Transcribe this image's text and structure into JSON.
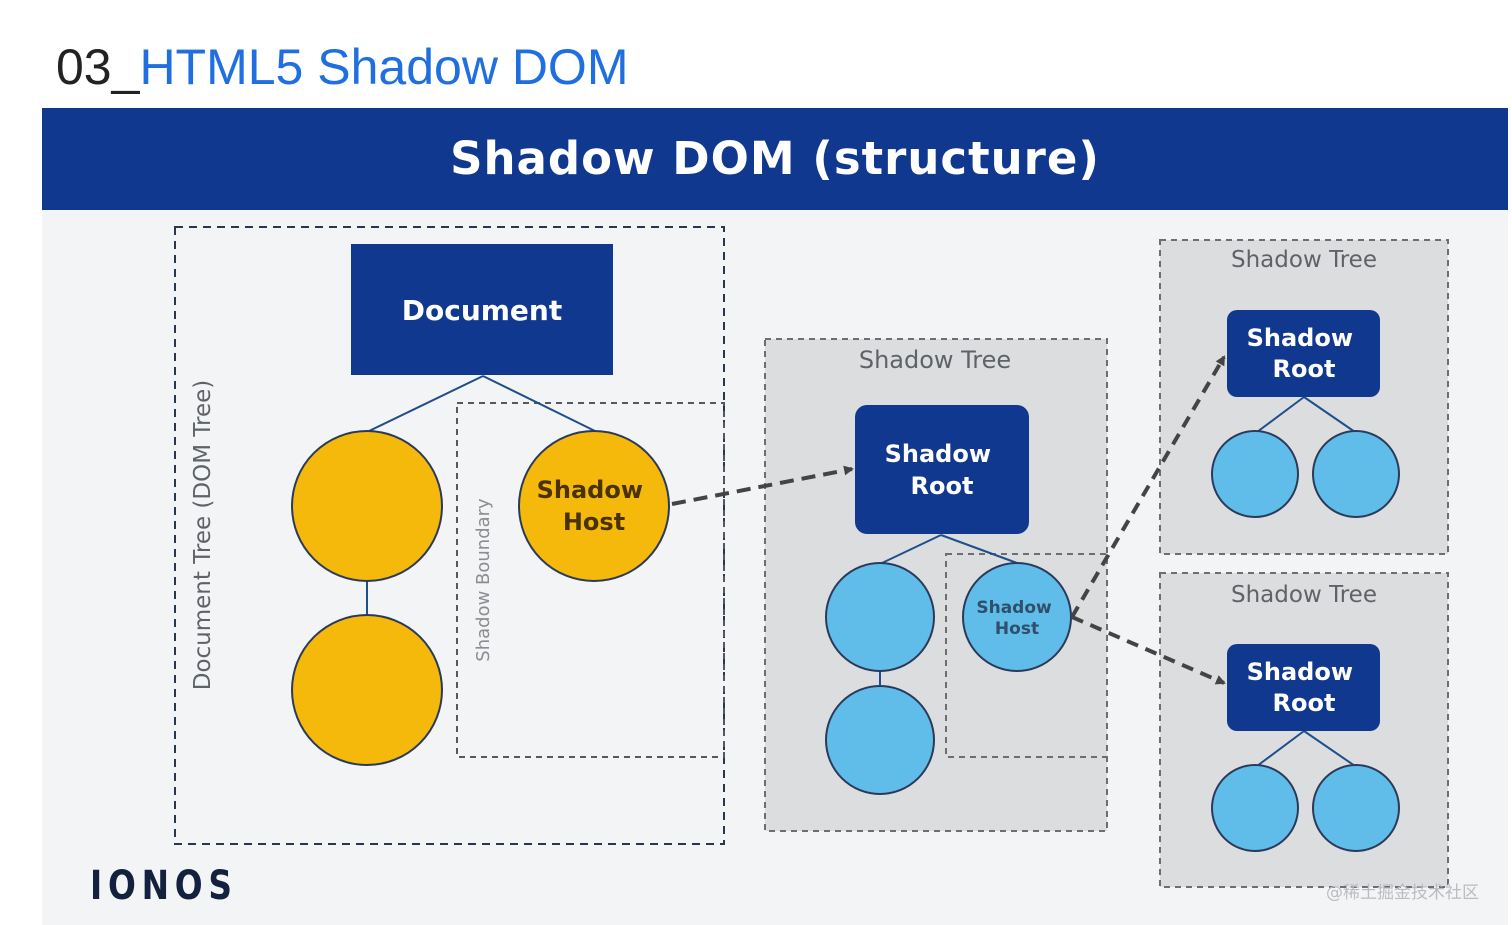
{
  "slide": {
    "prefix": "03_",
    "title": "HTML5 Shadow DOM"
  },
  "banner": {
    "title": "Shadow DOM (structure)"
  },
  "diagram": {
    "document_tree_label": "Document Tree (DOM Tree)",
    "shadow_boundary_label": "Shadow Boundary",
    "document_node": "Document",
    "shadow_host": [
      "Shadow",
      "Host"
    ],
    "shadow_tree_label": "Shadow Tree",
    "shadow_root": [
      "Shadow",
      "Root"
    ],
    "colors": {
      "dark_blue": "#11388f",
      "yellow": "#f4b90a",
      "light_blue": "#60bdea",
      "shadow_tree_fill": "#dcdddf",
      "arrow": "#444444"
    }
  },
  "logo": "IONOS",
  "watermark": "@稀土掘金技术社区"
}
